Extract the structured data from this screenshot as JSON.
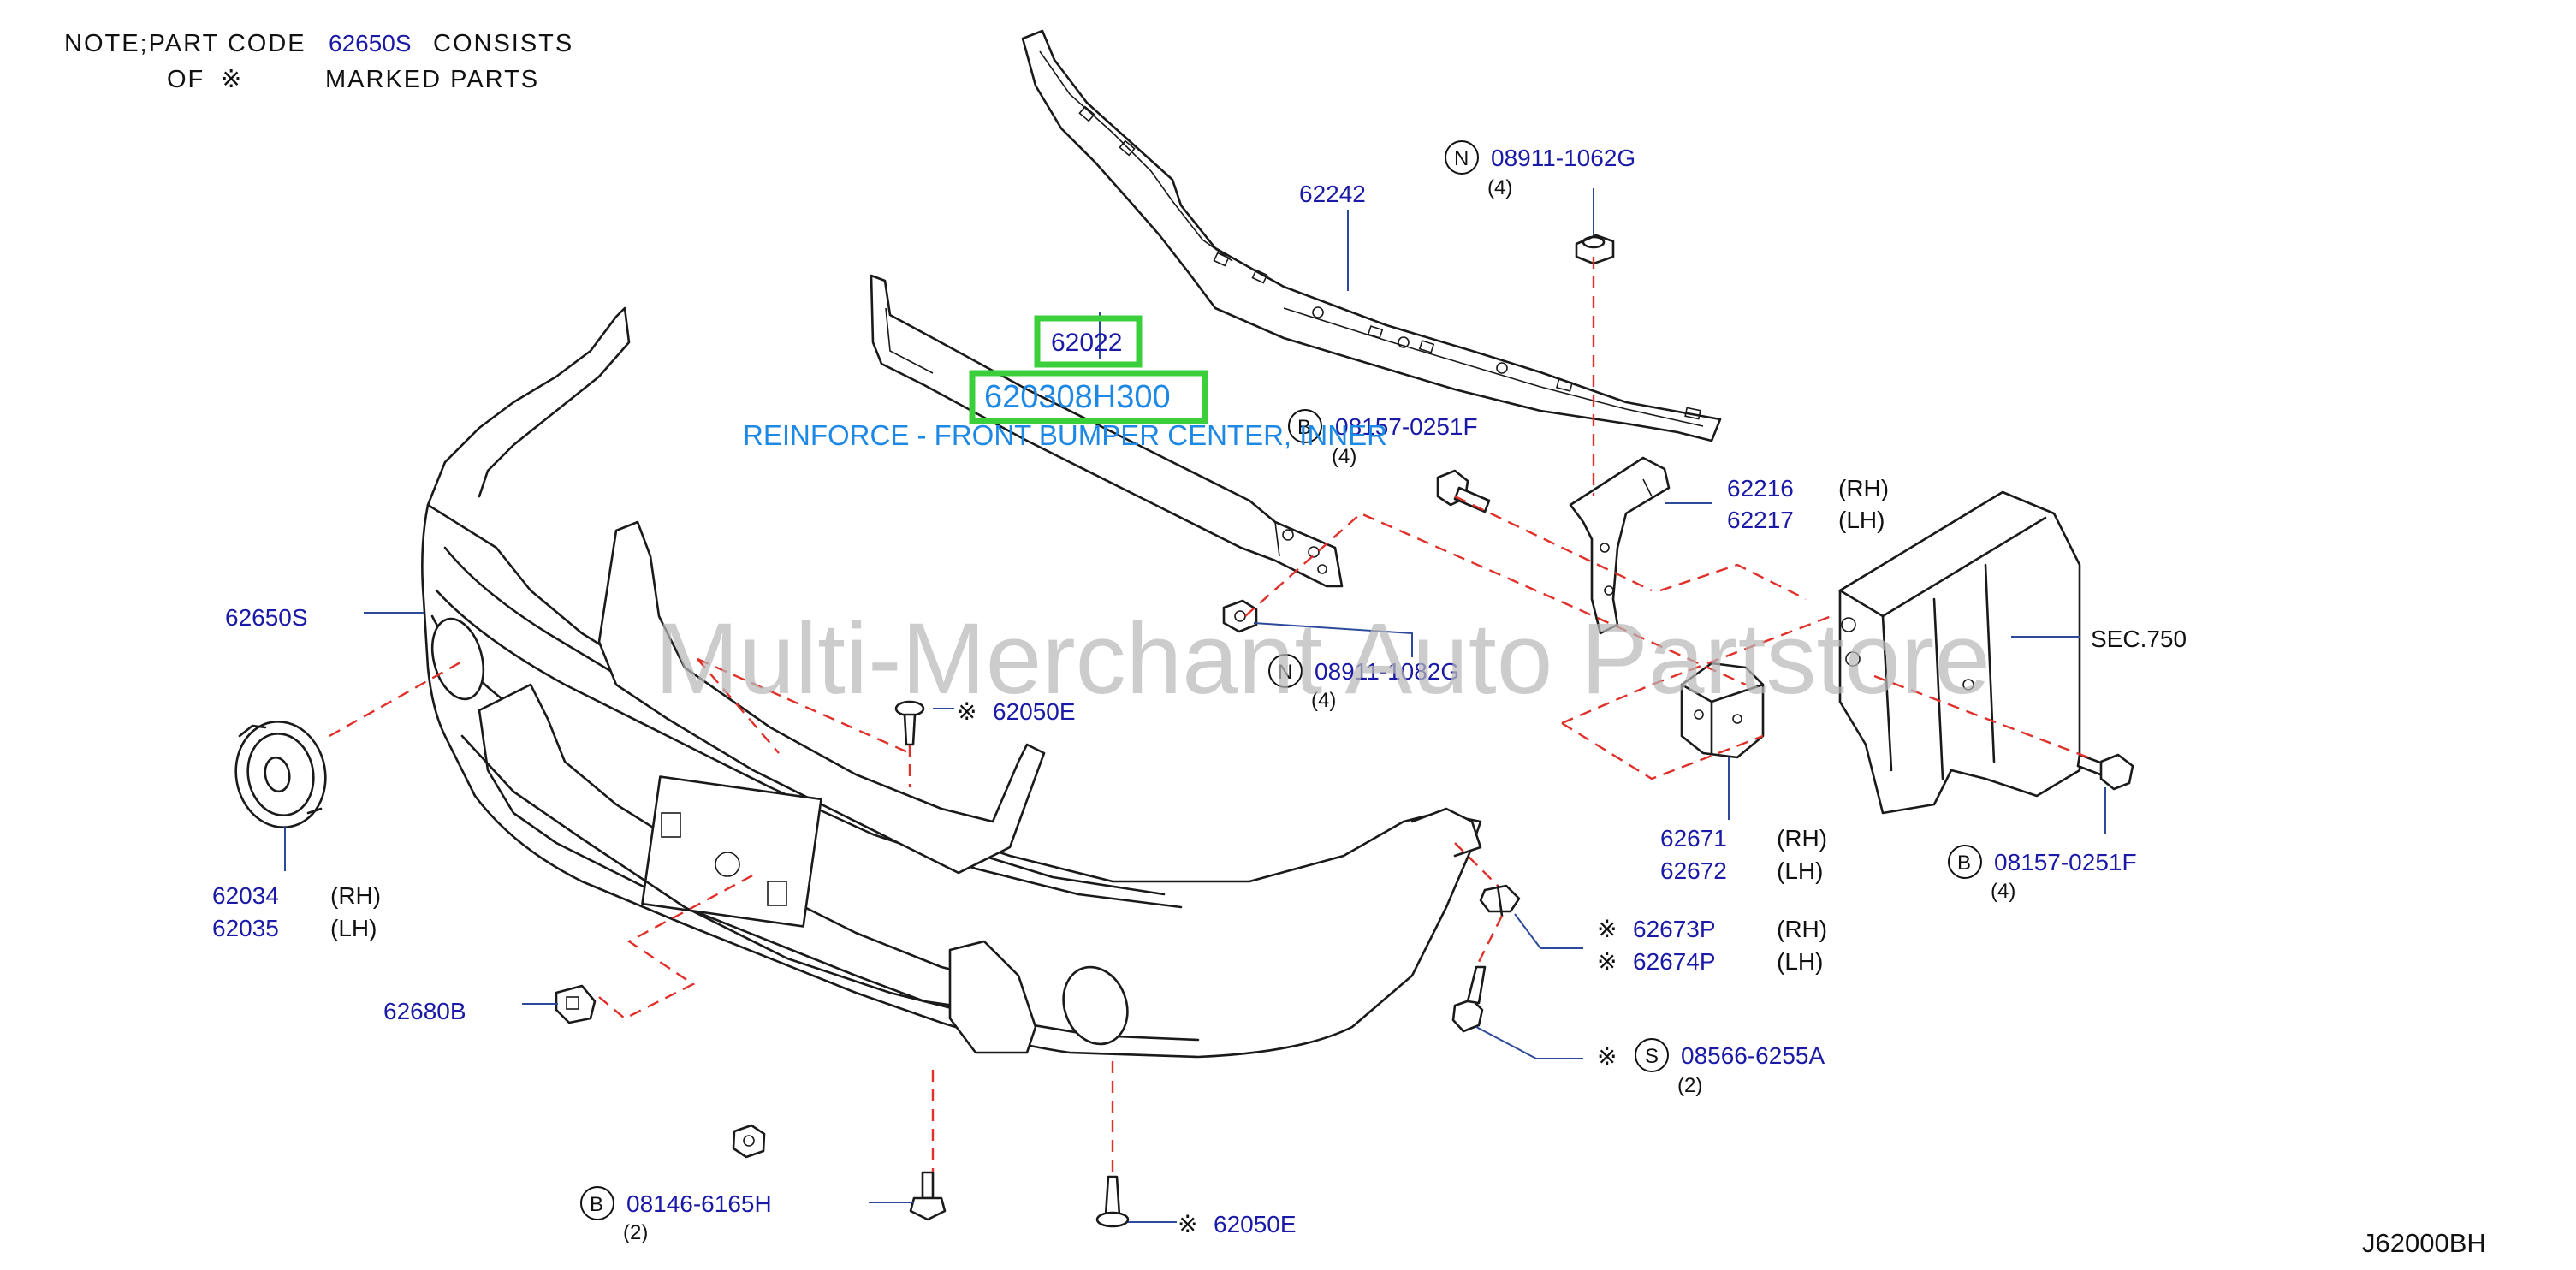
{
  "note": {
    "line1_prefix": "NOTE;PART  CODE",
    "line1_code": "62650S",
    "line1_suffix": "CONSISTS",
    "line2_prefix": "OF",
    "line2_symbol": "※",
    "line2_suffix": "MARKED   PARTS"
  },
  "highlight": {
    "part": "62022",
    "oem": "620308H300",
    "description": "REINFORCE - FRONT BUMPER CENTER, INNER"
  },
  "watermark": "Multi-Merchant Auto Partstore",
  "diagram_code": "J62000BH",
  "symbols": {
    "N": "N",
    "B": "B",
    "S": "S",
    "mark": "※"
  },
  "side": {
    "rh": "(RH)",
    "lh": "(LH)"
  },
  "parts": {
    "p62242": "62242",
    "p08911_1062G": "08911-1062G",
    "q4a": "(4)",
    "p08157_0251F_a": "08157-0251F",
    "q4b": "(4)",
    "p62216": "62216",
    "p62217": "62217",
    "p62650S": "62650S",
    "sec750": "SEC.750",
    "p08911_1082G": "08911-1082G",
    "q4c": "(4)",
    "p62050E_a": "62050E",
    "p62034": "62034",
    "p62035": "62035",
    "p62671": "62671",
    "p62672": "62672",
    "p08157_0251F_b": "08157-0251F",
    "q4d": "(4)",
    "p62673P": "62673P",
    "p62674P": "62674P",
    "p62680B": "62680B",
    "p08566_6255A": "08566-6255A",
    "q2a": "(2)",
    "p08146_6165H": "08146-6165H",
    "q2b": "(2)",
    "p62050E_b": "62050E"
  }
}
